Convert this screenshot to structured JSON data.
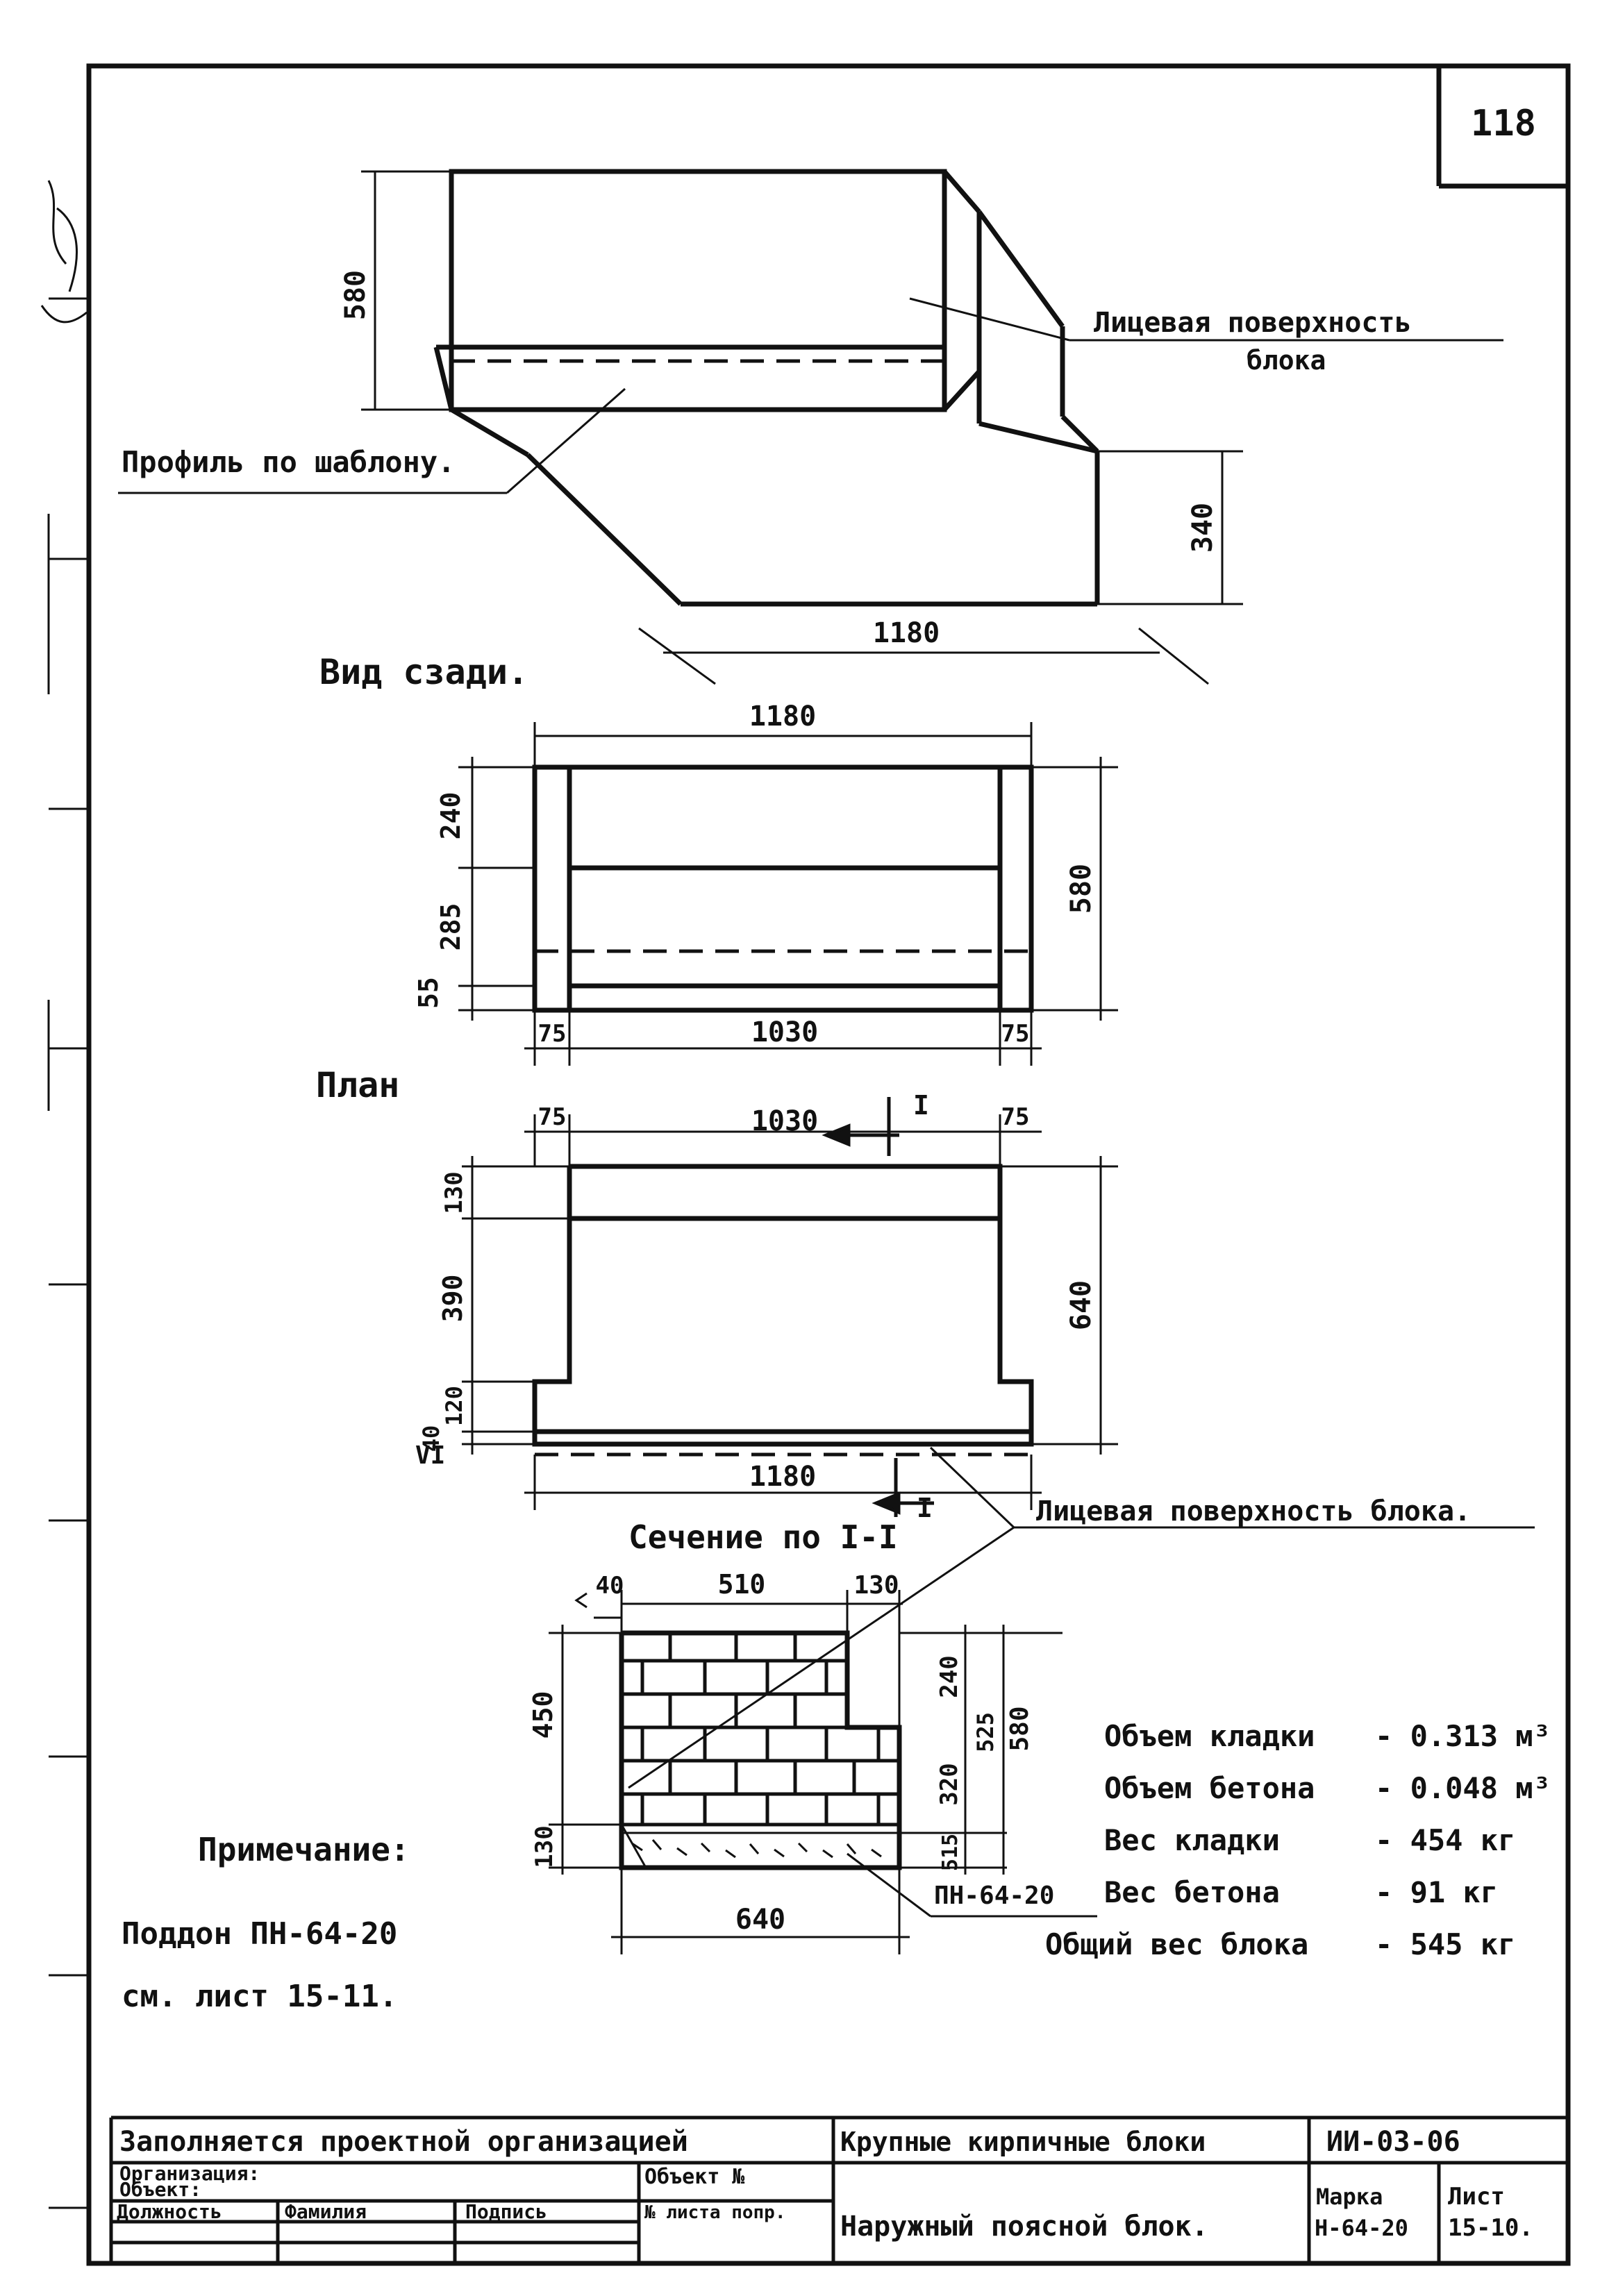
{
  "sheet_number": "118",
  "perspective": {
    "dim_height": "580",
    "dim_step": "340",
    "dim_length": "1180",
    "label_face": [
      "Лицевая поверхность",
      "блока"
    ],
    "label_profile": "Профиль по шаблону."
  },
  "rear_view": {
    "title": "Вид сзади.",
    "dim_total": "1180",
    "dim_left": "240",
    "dim_mid": "285",
    "dim_low": "55",
    "dim_height": "580",
    "dim_side_left": "75",
    "dim_center": "1030",
    "dim_side_right": "75"
  },
  "plan": {
    "title": "План",
    "dim_side_left": "75",
    "dim_center": "1030",
    "dim_side_right": "75",
    "section_mark": "I",
    "dim_130": "130",
    "dim_390": "390",
    "dim_120": "120",
    "dim_40": "40",
    "dim_v1": "VI",
    "dim_depth": "640",
    "dim_total": "1180",
    "label_face": "Лицевая поверхность блока."
  },
  "section": {
    "title": "Сечение по I-I",
    "dim_40": "40",
    "dim_510": "510",
    "dim_130_top": "130",
    "dim_450": "450",
    "dim_130_left": "130",
    "dim_240": "240",
    "dim_320": "320",
    "dim_525": "525",
    "dim_580": "580",
    "dim_515": "515",
    "dim_640": "640",
    "pallet_label": "ПН-64-20"
  },
  "specs": [
    {
      "label": "Объем кладки",
      "value": "- 0.313 м³"
    },
    {
      "label": "Объем бетона",
      "value": "- 0.048 м³"
    },
    {
      "label": "Вес кладки",
      "value": "- 454 кг"
    },
    {
      "label": "Вес бетона",
      "value": "- 91 кг"
    },
    {
      "label": "Общий вес блока",
      "value": "- 545 кг"
    }
  ],
  "note": {
    "title": "Примечание:",
    "line1": "Поддон ПН-64-20",
    "line2": "см. лист 15-11."
  },
  "title_block": {
    "org_fill": "Заполняется проектной организацией",
    "organization": "Организация:",
    "object": "Объект:",
    "object_no": "Объект №",
    "sheet_count": "№ листа попр.",
    "col_position": "Должность",
    "col_surname": "Фамилия",
    "col_signature": "Подпись",
    "series_title": "Крупные кирпичные блоки",
    "series_code": "ИИ-03-06",
    "drawing_title": "Наружный поясной блок.",
    "mark_label": "Марка",
    "mark_value": "Н-64-20",
    "sheet_label": "Лист",
    "sheet_value": "15-10."
  }
}
